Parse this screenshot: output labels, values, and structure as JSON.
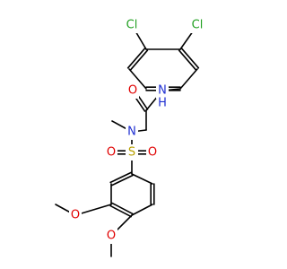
{
  "colors": {
    "bond": "#000000",
    "C": "#000000",
    "N": "#1f2fd1",
    "O": "#e00000",
    "S": "#b8a000",
    "Cl": "#22a022"
  },
  "atoms": [
    {
      "id": "cl1",
      "label": "Cl",
      "element": "Cl"
    },
    {
      "id": "cl2",
      "label": "Cl",
      "element": "Cl"
    },
    {
      "id": "nh",
      "label": "N",
      "element": "N"
    },
    {
      "id": "h_on_n",
      "label": "H",
      "element": "N"
    },
    {
      "id": "o_amide",
      "label": "O",
      "element": "O"
    },
    {
      "id": "n_methyl",
      "label": "N",
      "element": "N"
    },
    {
      "id": "s",
      "label": "S",
      "element": "S"
    },
    {
      "id": "o_s_left",
      "label": "O",
      "element": "O"
    },
    {
      "id": "o_s_right",
      "label": "O",
      "element": "O"
    },
    {
      "id": "o_meo3",
      "label": "O",
      "element": "O"
    },
    {
      "id": "o_meo4",
      "label": "O",
      "element": "O"
    }
  ]
}
